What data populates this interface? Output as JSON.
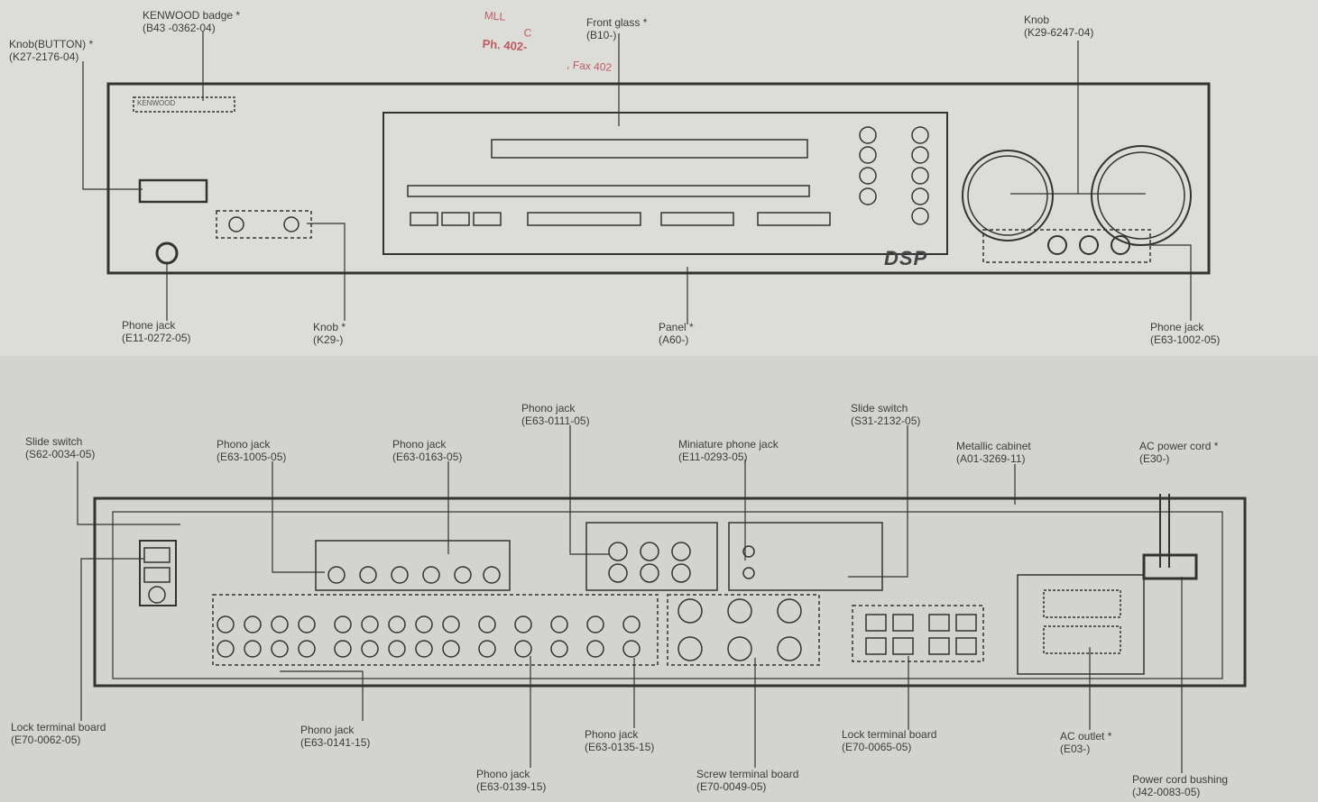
{
  "stamp": {
    "line1": "MLL",
    "line2": "C",
    "line3": "Ph. 402-",
    "line4": ", Fax 402"
  },
  "front_panel": {
    "brand": "KENWOOD",
    "logo": "DSP"
  },
  "top_labels": [
    {
      "id": "kenwood-badge",
      "name": "KENWOOD badge *",
      "part": "(B43 -0362-04)"
    },
    {
      "id": "knob-button",
      "name": "Knob(BUTTON) *",
      "part": "(K27-2176-04)"
    },
    {
      "id": "front-glass",
      "name": "Front glass *",
      "part": "(B10-)"
    },
    {
      "id": "knob-top",
      "name": "Knob",
      "part": "(K29-6247-04)"
    },
    {
      "id": "phone-jack-1",
      "name": "Phone jack",
      "part": "(E11-0272-05)"
    },
    {
      "id": "knob-bottom",
      "name": "Knob *",
      "part": "(K29-)"
    },
    {
      "id": "panel",
      "name": "Panel *",
      "part": "(A60-)"
    },
    {
      "id": "phone-jack-2",
      "name": "Phone jack",
      "part": "(E63-1002-05)"
    }
  ],
  "rear_labels": [
    {
      "id": "slide-switch-1",
      "name": "Slide switch",
      "part": "(S62-0034-05)"
    },
    {
      "id": "phono-jack-a",
      "name": "Phono jack",
      "part": "(E63-1005-05)"
    },
    {
      "id": "phono-jack-b",
      "name": "Phono jack",
      "part": "(E63-0163-05)"
    },
    {
      "id": "phono-jack-c",
      "name": "Phono jack",
      "part": "(E63-0111-05)"
    },
    {
      "id": "mini-phone-jack",
      "name": "Miniature phone jack",
      "part": "(E11-0293-05)"
    },
    {
      "id": "slide-switch-2",
      "name": "Slide switch",
      "part": "(S31-2132-05)"
    },
    {
      "id": "metallic-cabinet",
      "name": "Metallic cabinet",
      "part": "(A01-3269-11)"
    },
    {
      "id": "ac-power-cord",
      "name": "AC power cord *",
      "part": "(E30-)"
    },
    {
      "id": "lock-terminal-1",
      "name": "Lock terminal board",
      "part": "(E70-0062-05)"
    },
    {
      "id": "phono-jack-d",
      "name": "Phono jack",
      "part": "(E63-0141-15)"
    },
    {
      "id": "phono-jack-e",
      "name": "Phono jack",
      "part": "(E63-0139-15)"
    },
    {
      "id": "phono-jack-f",
      "name": "Phono jack",
      "part": "(E63-0135-15)"
    },
    {
      "id": "screw-terminal",
      "name": "Screw terminal board",
      "part": "(E70-0049-05)"
    },
    {
      "id": "lock-terminal-2",
      "name": "Lock terminal board",
      "part": "(E70-0065-05)"
    },
    {
      "id": "ac-outlet",
      "name": "AC outlet *",
      "part": "(E03-)"
    },
    {
      "id": "power-cord-bushing",
      "name": "Power cord bushing",
      "part": "(J42-0083-05)"
    }
  ]
}
